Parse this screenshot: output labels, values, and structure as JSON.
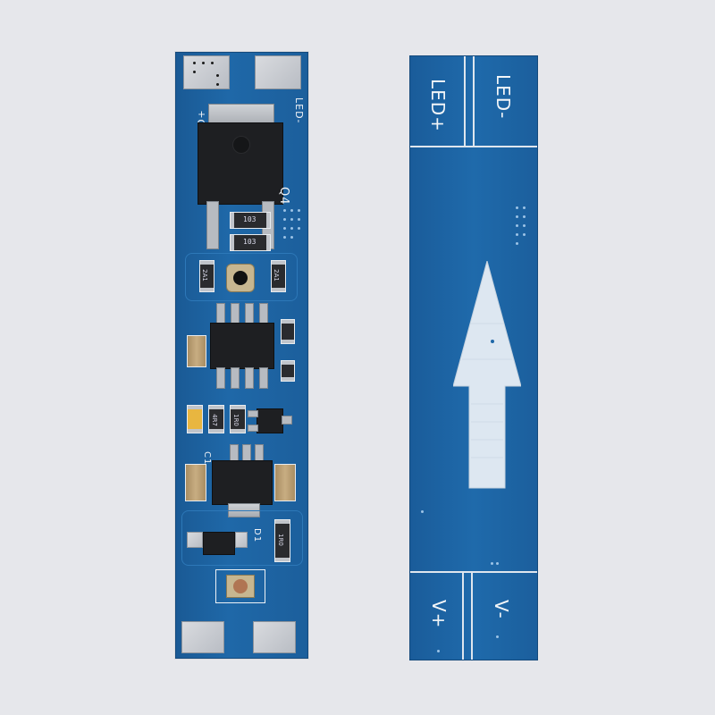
{
  "front_board": {
    "labels": {
      "led_plus": "LED+",
      "led_minus": "LED-",
      "q4": "Q4",
      "c1": "C1",
      "d1": "D1"
    },
    "resistor_codes": {
      "r_top_1": "103",
      "r_top_2": "103",
      "r_mid_left": "2A1",
      "r_mid_right": "2A1",
      "r_low_1": "4R7",
      "r_low_2": "1R0",
      "r_bottom": "1R0"
    }
  },
  "back_board": {
    "labels": {
      "top_left": "LED+",
      "top_right": "LED-",
      "bottom_left": "V+",
      "bottom_right": "V-"
    }
  },
  "colors": {
    "background": "#e6e7eb",
    "pcb_blue": "#1f68a8",
    "silkscreen": "#f2f4f7",
    "pad_silver": "#c9ccd1"
  }
}
